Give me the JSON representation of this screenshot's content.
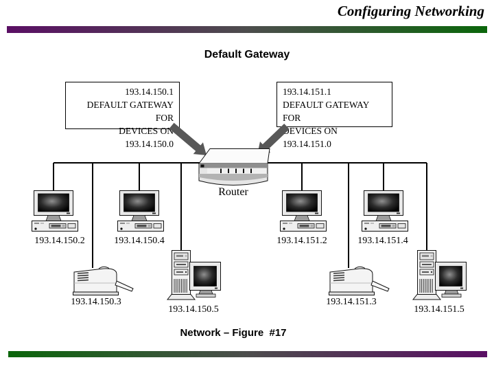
{
  "header": {
    "title": "Configuring Networking"
  },
  "slide": {
    "title": "Default Gateway",
    "caption": "Network – Figure  #17"
  },
  "gateway_left": {
    "line1": "193.14.150.1",
    "line2": "DEFAULT GATEWAY FOR",
    "line3": "DEVICES ON 193.14.150.0"
  },
  "gateway_right": {
    "line1": "193.14.151.1",
    "line2": "DEFAULT GATEWAY FOR",
    "line3": "DEVICES ON 193.14.151.0"
  },
  "router": {
    "label": "Router"
  },
  "devices": [
    {
      "type": "desktop",
      "ip": "193.14.150.2"
    },
    {
      "type": "desktop",
      "ip": "193.14.150.4"
    },
    {
      "type": "printer",
      "ip": "193.14.150.3"
    },
    {
      "type": "tower",
      "ip": "193.14.150.5"
    },
    {
      "type": "desktop",
      "ip": "193.14.151.2"
    },
    {
      "type": "desktop",
      "ip": "193.14.151.4"
    },
    {
      "type": "printer",
      "ip": "193.14.151.3"
    },
    {
      "type": "tower",
      "ip": "193.14.151.5"
    }
  ],
  "colors": {
    "bar_purple": "#5a0f64",
    "bar_green": "#0b660b",
    "bar_gray": "#4d4d4d",
    "arrow_gray": "#585858",
    "line_black": "#000000"
  }
}
